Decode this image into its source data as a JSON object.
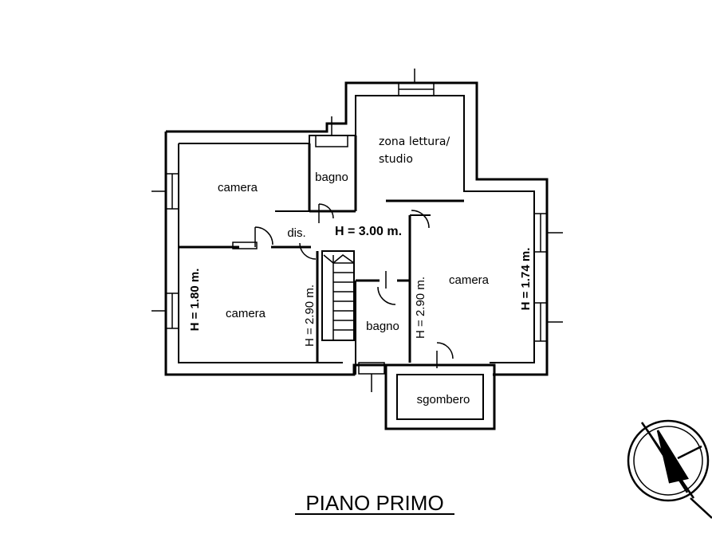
{
  "plan": {
    "title": "PIANO PRIMO",
    "rooms": {
      "camera_top_left": "camera",
      "camera_bottom_left": "camera",
      "camera_right": "camera",
      "bagno_top": "bagno",
      "bagno_bottom": "bagno",
      "disimpegno": "dis.",
      "zona_lettura_line1": "zona lettura/",
      "zona_lettura_line2": "studio",
      "sgombero": "sgombero"
    },
    "heights": {
      "corridor": "H = 3.00 m.",
      "camera_bottom_left": "H = 1.80 m.",
      "stair_left": "H = 2.90 m.",
      "stair_right": "H = 2.90 m.",
      "camera_right": "H = 1.74 m."
    }
  },
  "colors": {
    "line": "#000000",
    "background": "#ffffff"
  },
  "icons": {
    "north_arrow": "north-arrow-icon"
  }
}
